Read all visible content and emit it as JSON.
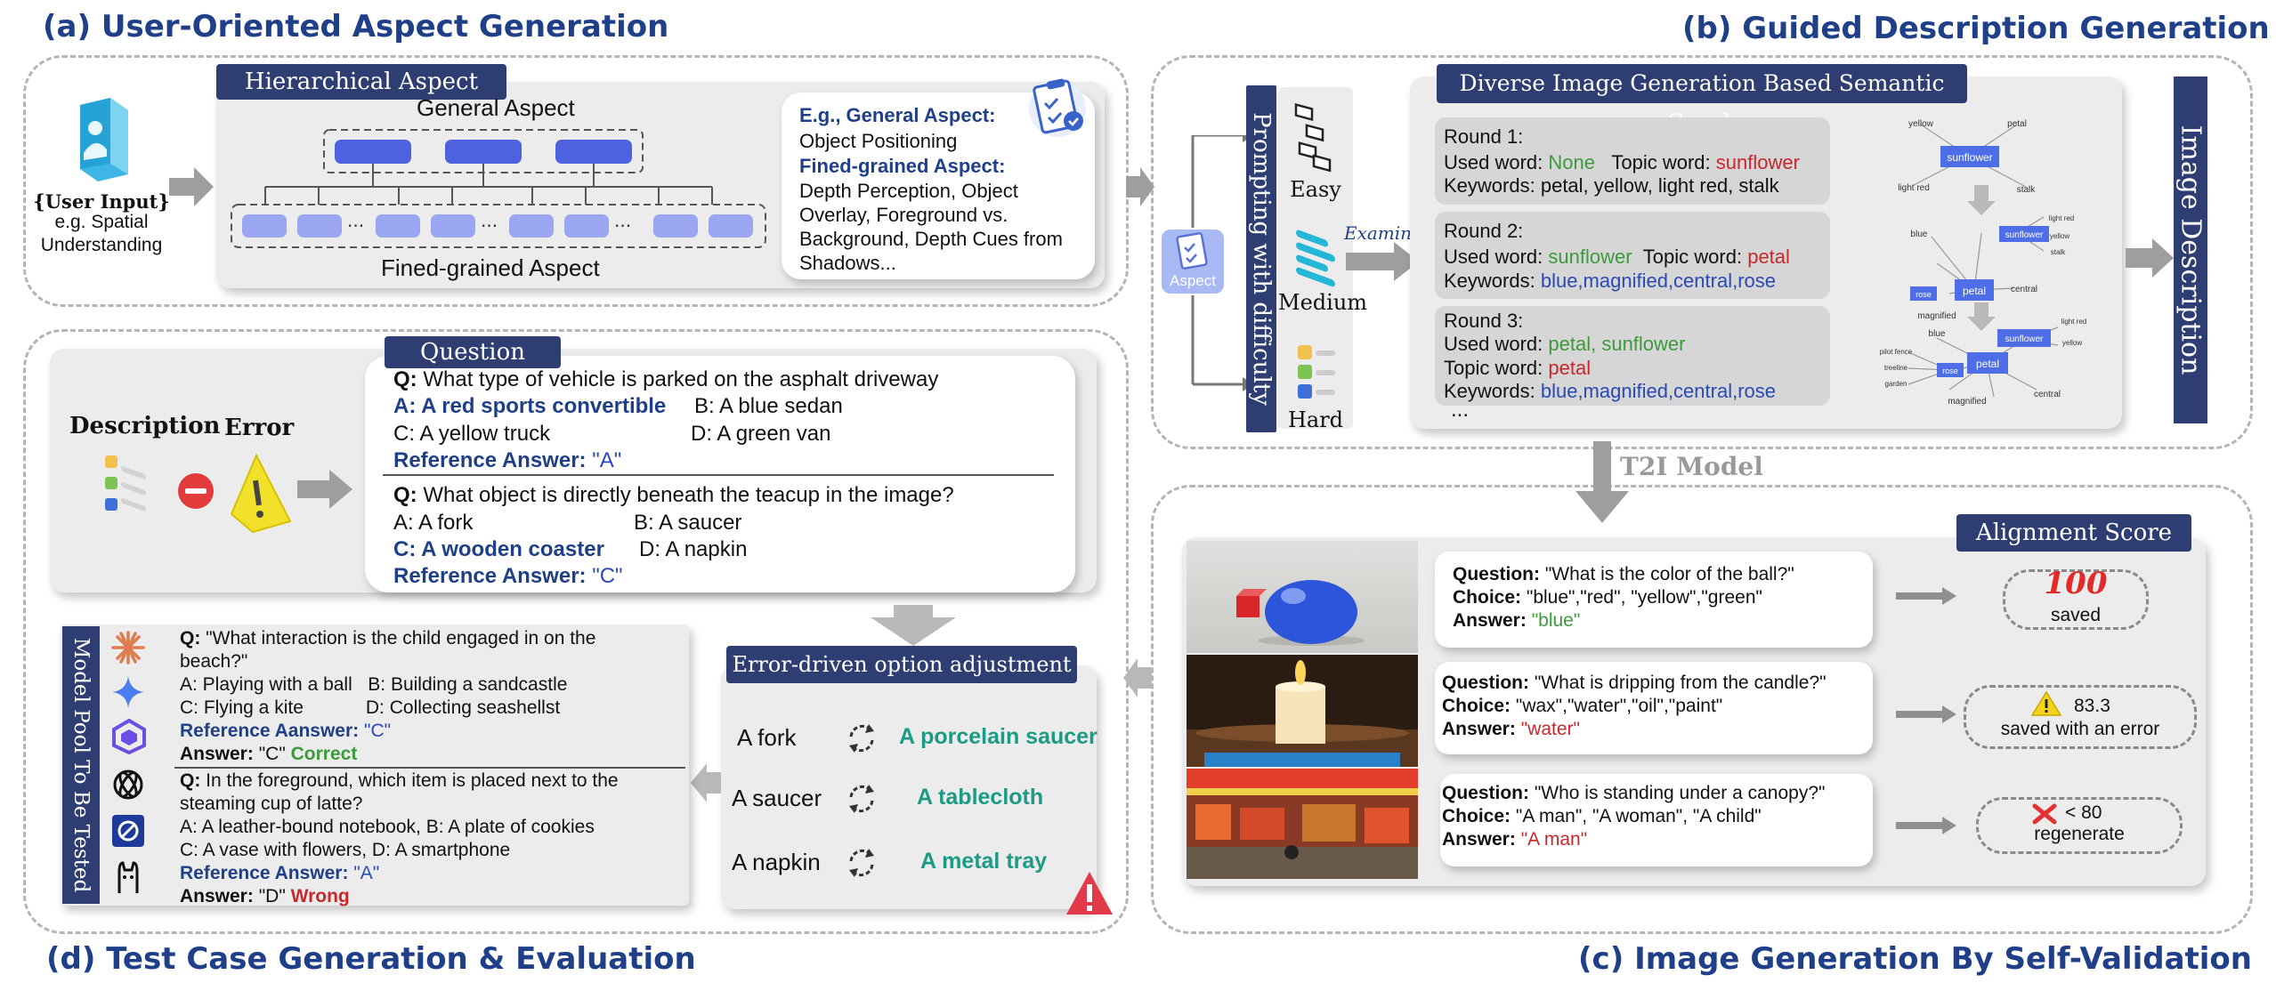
{
  "titles": {
    "a": "(a) User-Oriented Aspect Generation",
    "b": "(b) Guided Description Generation",
    "c": "(c) Image Generation  By Self-Validation",
    "d": "(d) Test Case Generation & Evaluation"
  },
  "a": {
    "header": "Hierarchical Aspect",
    "general": "General Aspect",
    "fine": "Fined-grained Aspect",
    "user_input_1": "{User Input}",
    "user_input_2": "e.g. Spatial",
    "user_input_3": "Understanding",
    "ex_label1": "E.g., General Aspect:",
    "ex_text1": "Object Positioning",
    "ex_label2": "Fined-grained Aspect:",
    "ex_text2": "Depth Perception, Object Overlay, Foreground vs. Background, Depth Cues from Shadows..."
  },
  "b": {
    "vertical": "Prompting with difficulty",
    "easy": "Easy",
    "medium": "Medium",
    "hard": "Hard",
    "aspect": "Aspect",
    "examiner": "Examiner",
    "graph_title": "Diverse Image Generation Based Semantic Graph",
    "image_description": "Image Description",
    "r1": {
      "title": "Round 1:",
      "used_label": "Used word:",
      "used": "None",
      "topic_label": "Topic word:",
      "topic": "sunflower",
      "kw_label": "Keywords:",
      "kw": "petal, yellow, light red, stalk"
    },
    "r2": {
      "title": "Round 2:",
      "used_label": "Used word:",
      "used": "sunflower",
      "topic_label": "Topic word:",
      "topic": "petal",
      "kw_label": "Keywords:",
      "kw": "blue,magnified,central,rose"
    },
    "r3": {
      "title": "Round 3:",
      "used_label": "Used word:",
      "used": "petal, sunflower",
      "topic_label": "Topic word:",
      "topic": "petal",
      "kw_label": "Keywords:",
      "kw": "blue,magnified,central,rose",
      "more": "..."
    },
    "g1": {
      "center": "sunflower",
      "n1": "yellow",
      "n2": "petal",
      "n3": "light red",
      "n4": "stalk"
    },
    "g2": {
      "top": "sunflower",
      "center": "petal",
      "n1": "blue",
      "n2": "rose",
      "n3": "light red",
      "n4": "yellow",
      "n5": "stalk",
      "n6": "magnified",
      "n7": "central"
    },
    "g3": {
      "top": "sunflower",
      "center": "petal",
      "n1": "blue",
      "n2": "rose",
      "n3": "pilot fence",
      "n4": "treeline",
      "n5": "garden",
      "n6": "magnified",
      "n7": "central",
      "n8": "light red",
      "n9": "yellow"
    }
  },
  "t2i": "T2I Model",
  "c": {
    "header": "Alignment Score",
    "q1": {
      "q_label": "Question:",
      "q": "\"What is the color of the ball?\"",
      "c_label": "Choice:",
      "c": "\"blue\",\"red\", \"yellow\",\"green\"",
      "a_label": "Answer:",
      "a": "\"blue\""
    },
    "q2": {
      "q_label": "Question:",
      "q": "\"What is dripping from the  candle?\"",
      "c_label": "Choice:",
      "c": "\"wax\",\"water\",\"oil\",\"paint\"",
      "a_label": "Answer:",
      "a": "\"water\""
    },
    "q3": {
      "q_label": "Question:",
      "q": "\"Who is standing under a canopy?\"",
      "c_label": "Choice:",
      "c": "\"A man\", \"A woman\", \"A child\"",
      "a_label": "Answer:",
      "a": "\"A man\""
    },
    "s1_icon": "100",
    "s1_label": "saved",
    "s2_score": "83.3",
    "s2_label": "saved with an error",
    "s3_score": "< 80",
    "s3_label": "regenerate"
  },
  "d": {
    "question_header": "Question",
    "description": "Description",
    "error": "Error",
    "q1": {
      "q_label": "Q:",
      "q": "What type of vehicle is parked on the asphalt driveway",
      "a": "A: A red sports convertible",
      "b": "B: A blue sedan",
      "c": "C: A yellow truck",
      "d": "D: A green van",
      "ref_label": "Reference Answer:",
      "ref": "\"A\""
    },
    "q2": {
      "q_label": "Q:",
      "q": "What object is directly beneath the teacup in the image?",
      "a": "A: A fork",
      "b": "B: A saucer",
      "c": "C: A wooden coaster",
      "d": "D: A napkin",
      "ref_label": "Reference Answer:",
      "ref": "\"C\""
    },
    "adjust_header": "Error-driven option adjustment",
    "adj": [
      {
        "from": "A fork",
        "to": "A porcelain saucer"
      },
      {
        "from": "A saucer",
        "to": "A tablecloth"
      },
      {
        "from": "A napkin",
        "to": "A metal tray"
      }
    ],
    "pool_label": "Model Pool To Be Tested",
    "p1": {
      "q_label": "Q:",
      "q_line1": "\"What interaction is the child engaged in on the",
      "q_line2": "beach?\"",
      "ab": "A: Playing with a ball   B: Building a sandcastle",
      "cd": "C: Flying a kite            D: Collecting seashellst",
      "ref_label": "Reference Aanswer:",
      "ref": "\"C\"",
      "ans_label": "Answer:",
      "ans": "\"C\"",
      "verdict": "Correct"
    },
    "p2": {
      "q_label": "Q:",
      "q_line1": "In the foreground, which item is placed next to the",
      "q_line2": "steaming cup of latte?",
      "ab": "A: A leather-bound notebook, B: A plate of cookies",
      "cd": "C: A vase with flowers, D: A smartphone",
      "ref_label": "Reference Answer:",
      "ref": "\"A\"",
      "ans_label": "Answer:",
      "ans": "\"D\"",
      "verdict": "Wrong"
    }
  }
}
